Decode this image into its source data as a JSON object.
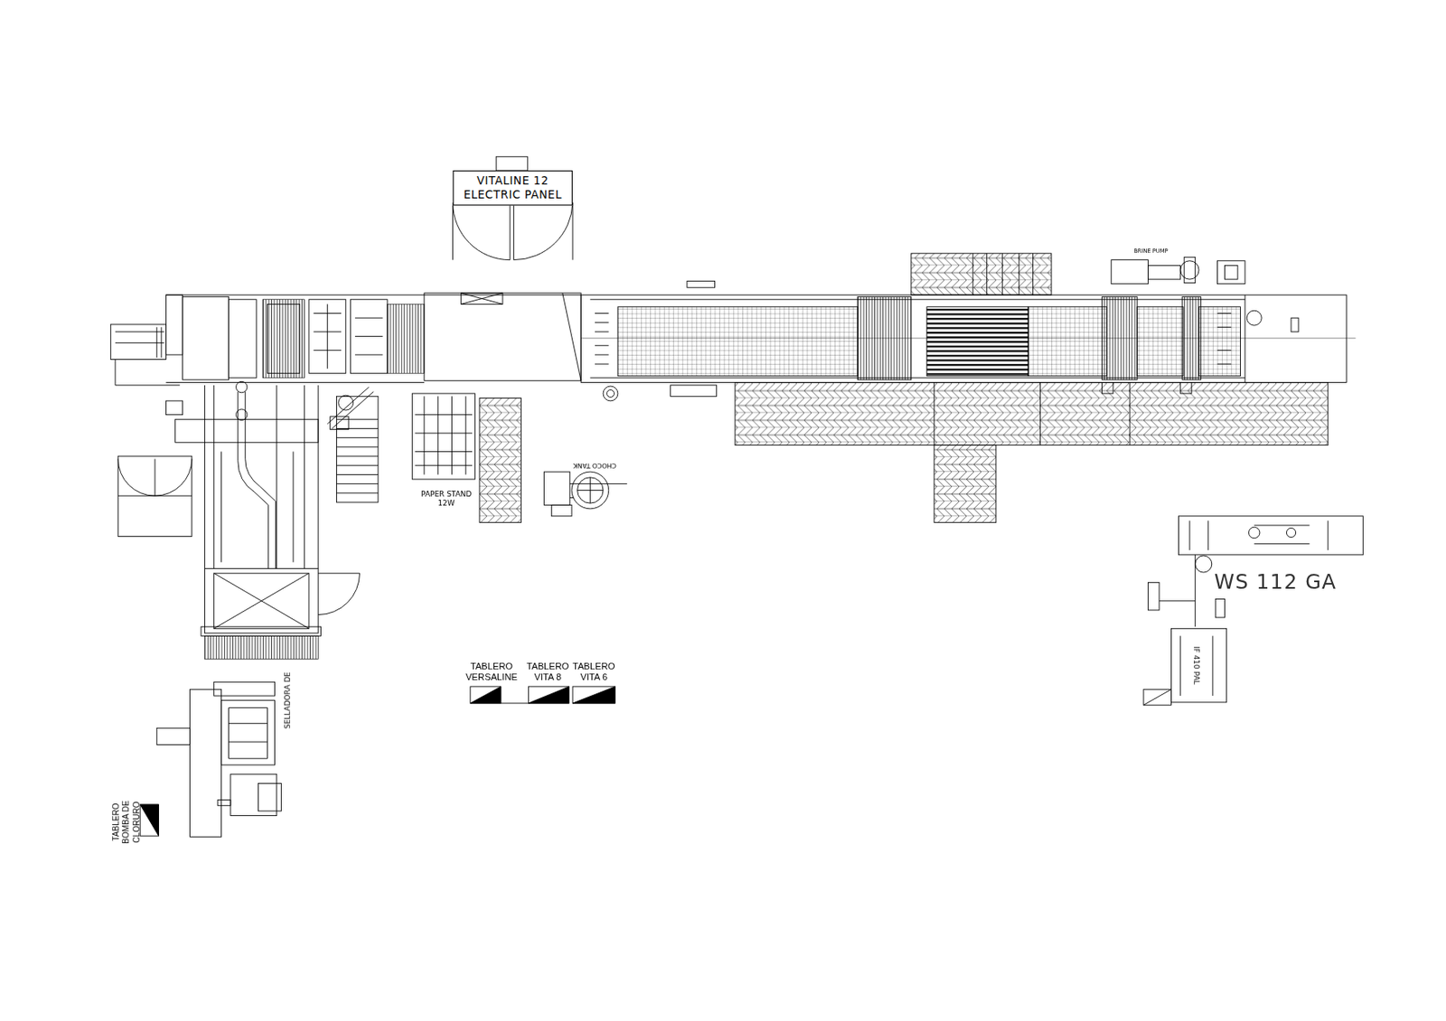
{
  "diagram": {
    "nodes": [
      {
        "text": [
          "VITALINE 12 ELECTRIC PANEL"
        ]
      }
    ],
    "labels": [
      "BRINE PUMP",
      "PAPER STAND 12W",
      "CHOCO TANK",
      "WS 112 GA",
      "IF 410 PAL",
      "SELLADORA DE",
      "TABLERO VERSALINE",
      "TABLERO VITA 8",
      "TABLERO VITA 6",
      "TABLERO BOMBA DE CLORURO"
    ]
  }
}
